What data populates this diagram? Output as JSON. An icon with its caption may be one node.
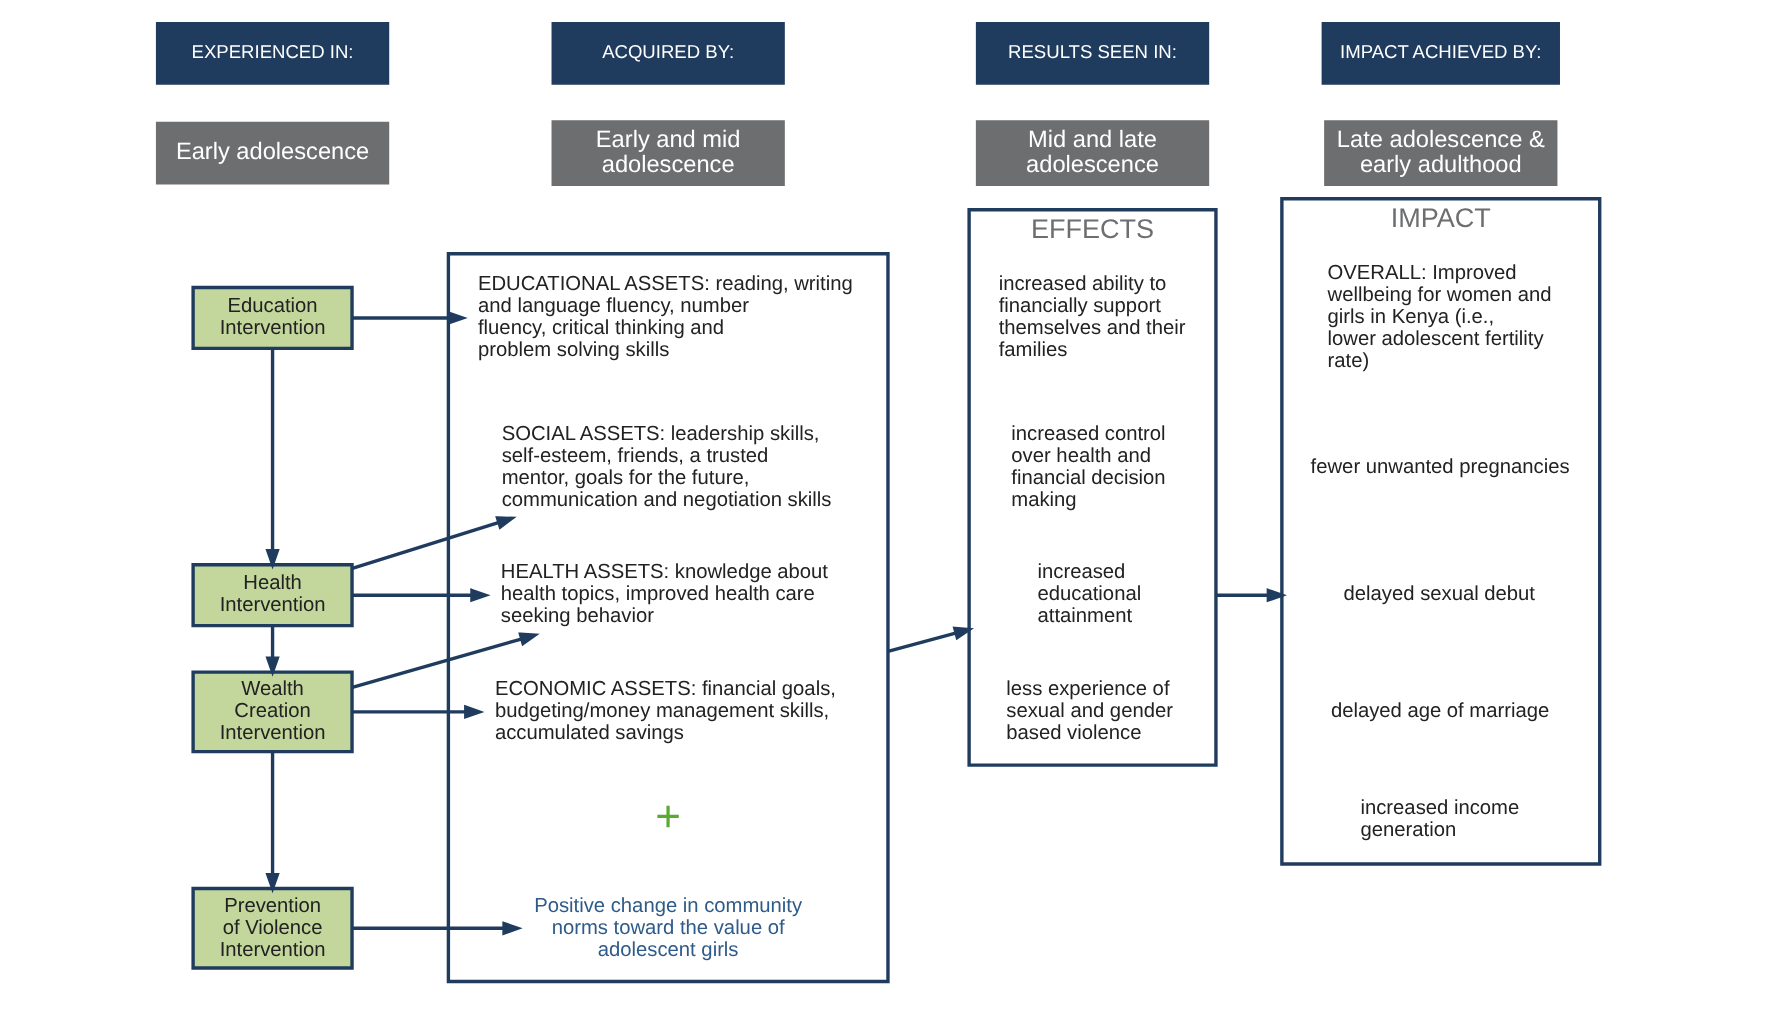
{
  "diagram": {
    "nodes": [
      {
        "text": [
          "EXPERIENCED IN:"
        ]
      },
      {
        "text": [
          "ACQUIRED BY:"
        ]
      },
      {
        "text": [
          "RESULTS SEEN IN:"
        ]
      },
      {
        "text": [
          "IMPACT ACHIEVED BY:"
        ]
      },
      {
        "text": [
          "Early adolescence"
        ]
      },
      {
        "text": [
          "Early and mid adolescence"
        ]
      },
      {
        "text": [
          "Mid and late adolescence"
        ]
      },
      {
        "text": [
          "Late adolescence & early adulthood"
        ]
      },
      {
        "text": [
          "Education Intervention"
        ]
      },
      {
        "text": [
          "Health Intervention"
        ]
      },
      {
        "text": [
          "Wealth Creation Intervention"
        ]
      },
      {
        "text": [
          "Prevention of Violence Intervention"
        ]
      },
      {
        "text": [],
        "shape": "box"
      },
      {
        "text": [
          "EDUCATIONAL ASSETS: reading, writing and language fluency, number fluency, critical thinking and problem solving skills"
        ],
        "in": 12
      },
      {
        "text": [
          "SOCIAL ASSETS: leadership skills, self-esteem, friends, a trusted mentor, goals for the future, communication and negotiation skills"
        ],
        "in": 12
      },
      {
        "text": [
          "HEALTH ASSETS: knowledge about health topics, improved health care seeking behavior"
        ],
        "in": 12
      },
      {
        "text": [
          "ECONOMIC ASSETS: financial goals, budgeting/money management skills, accumulated savings"
        ],
        "in": 12
      },
      {
        "text": [
          "+"
        ],
        "in": 12
      },
      {
        "text": [
          "Positive change in community norms toward the value of adolescent girls"
        ],
        "in": 12
      },
      {
        "text": [
          "EFFECTS"
        ]
      },
      {
        "text": [
          "increased ability to financially support themselves and their families"
        ],
        "in": 19
      },
      {
        "text": [
          "increased control over health and financial decision making"
        ],
        "in": 19
      },
      {
        "text": [
          "increased educational attainment"
        ],
        "in": 19
      },
      {
        "text": [
          "less experience of sexual and gender based violence"
        ],
        "in": 19
      },
      {
        "text": [
          "IMPACT"
        ]
      },
      {
        "text": [
          "OVERALL: Improved wellbeing for women and girls in Kenya (i.e., lower adolescent fertility rate)"
        ],
        "in": 24
      },
      {
        "text": [
          "fewer unwanted pregnancies"
        ],
        "in": 24
      },
      {
        "text": [
          "delayed sexual debut"
        ],
        "in": 24
      },
      {
        "text": [
          "delayed age of marriage"
        ],
        "in": 24
      },
      {
        "text": [
          "increased income generation"
        ],
        "in": 24
      }
    ],
    "edges": [
      {
        "from": 8,
        "to": 9,
        "arrow": "to"
      },
      {
        "from": 9,
        "to": 10,
        "arrow": "to"
      },
      {
        "from": 10,
        "to": 11,
        "arrow": "to"
      },
      {
        "from": 8,
        "to": 13,
        "arrow": "to"
      },
      {
        "from": 9,
        "to": 14,
        "arrow": "to"
      },
      {
        "from": 9,
        "to": 15,
        "arrow": "to"
      },
      {
        "from": 10,
        "to": 15,
        "arrow": "to"
      },
      {
        "from": 10,
        "to": 16,
        "arrow": "to"
      },
      {
        "from": 11,
        "to": 18,
        "arrow": "to"
      },
      {
        "from": 12,
        "to": 19,
        "arrow": "to"
      },
      {
        "from": 19,
        "to": 24,
        "arrow": "to"
      }
    ]
  }
}
